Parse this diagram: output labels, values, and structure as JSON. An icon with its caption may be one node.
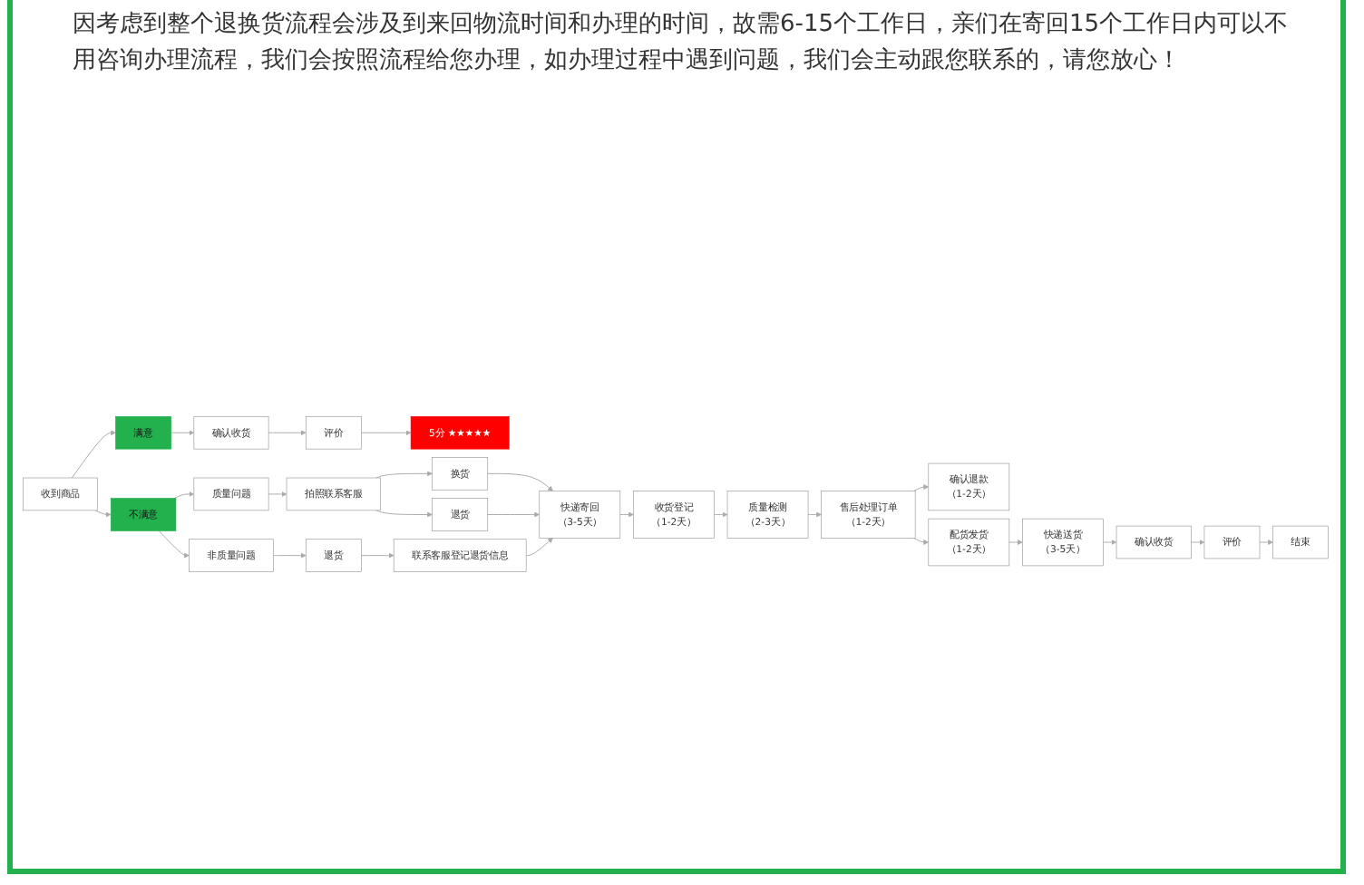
{
  "diagram": {
    "nodes": [
      {
        "text": [
          "收到商品"
        ]
      },
      {
        "text": [
          "满意"
        ]
      },
      {
        "text": [
          "不满意"
        ]
      },
      {
        "text": [
          "确认收货"
        ]
      },
      {
        "text": [
          "评价"
        ]
      },
      {
        "text": [
          "5分 ★★★★★"
        ]
      },
      {
        "text": [
          "质量问题"
        ]
      },
      {
        "text": [
          "非质量问题"
        ]
      },
      {
        "text": [
          "拍照联系客服"
        ]
      },
      {
        "text": [
          "换货"
        ]
      },
      {
        "text": [
          "退货"
        ]
      },
      {
        "text": [
          "退货"
        ]
      },
      {
        "text": [
          "联系客服登记退货信息"
        ]
      },
      {
        "text": [
          "快递寄回",
          "（3-5天）"
        ]
      },
      {
        "text": [
          "收货登记",
          "（1-2天）"
        ]
      },
      {
        "text": [
          "质量检测",
          "（2-3天）"
        ]
      },
      {
        "text": [
          "售后处理订单",
          "（1-2天）"
        ]
      },
      {
        "text": [
          "确认退款",
          "（1-2天）"
        ]
      },
      {
        "text": [
          "配货发货",
          "（1-2天）"
        ]
      },
      {
        "text": [
          "快递送货",
          "（3-5天）"
        ]
      },
      {
        "text": [
          "确认收货"
        ]
      },
      {
        "text": [
          "评价"
        ]
      },
      {
        "text": [
          "结束"
        ]
      }
    ],
    "edges": [
      {
        "from": 0,
        "to": 1,
        "arrow": "to"
      },
      {
        "from": 0,
        "to": 2,
        "arrow": "to"
      },
      {
        "from": 1,
        "to": 3,
        "arrow": "to"
      },
      {
        "from": 3,
        "to": 4,
        "arrow": "to"
      },
      {
        "from": 4,
        "to": 5,
        "arrow": "to"
      },
      {
        "from": 2,
        "to": 6,
        "arrow": "to"
      },
      {
        "from": 2,
        "to": 7,
        "arrow": "to"
      },
      {
        "from": 6,
        "to": 8,
        "arrow": "to"
      },
      {
        "from": 8,
        "to": 9,
        "arrow": "to"
      },
      {
        "from": 8,
        "to": 10,
        "arrow": "to"
      },
      {
        "from": 9,
        "to": 13,
        "arrow": "to"
      },
      {
        "from": 10,
        "to": 13,
        "arrow": "to"
      },
      {
        "from": 7,
        "to": 11,
        "arrow": "to"
      },
      {
        "from": 11,
        "to": 12,
        "arrow": "to"
      },
      {
        "from": 12,
        "to": 13,
        "arrow": "to"
      },
      {
        "from": 13,
        "to": 14,
        "arrow": "to"
      },
      {
        "from": 14,
        "to": 15,
        "arrow": "to"
      },
      {
        "from": 15,
        "to": 16,
        "arrow": "to"
      },
      {
        "from": 16,
        "to": 17,
        "arrow": "to"
      },
      {
        "from": 16,
        "to": 18,
        "arrow": "to"
      },
      {
        "from": 18,
        "to": 19,
        "arrow": "to"
      },
      {
        "from": 19,
        "to": 20,
        "arrow": "to"
      },
      {
        "from": 20,
        "to": 21,
        "arrow": "to"
      },
      {
        "from": 21,
        "to": 22,
        "arrow": "to"
      }
    ],
    "labels": [
      "因考虑到整个退换货流程会涉及到来回物流时间和办理的时间，故需6-15个工作日，亲们在寄回15个工作日内可以不用咨询办理流程，我们会按照流程给您办理，如办理过程中遇到问题，我们会主动跟您联系的，请您放心！"
    ]
  }
}
